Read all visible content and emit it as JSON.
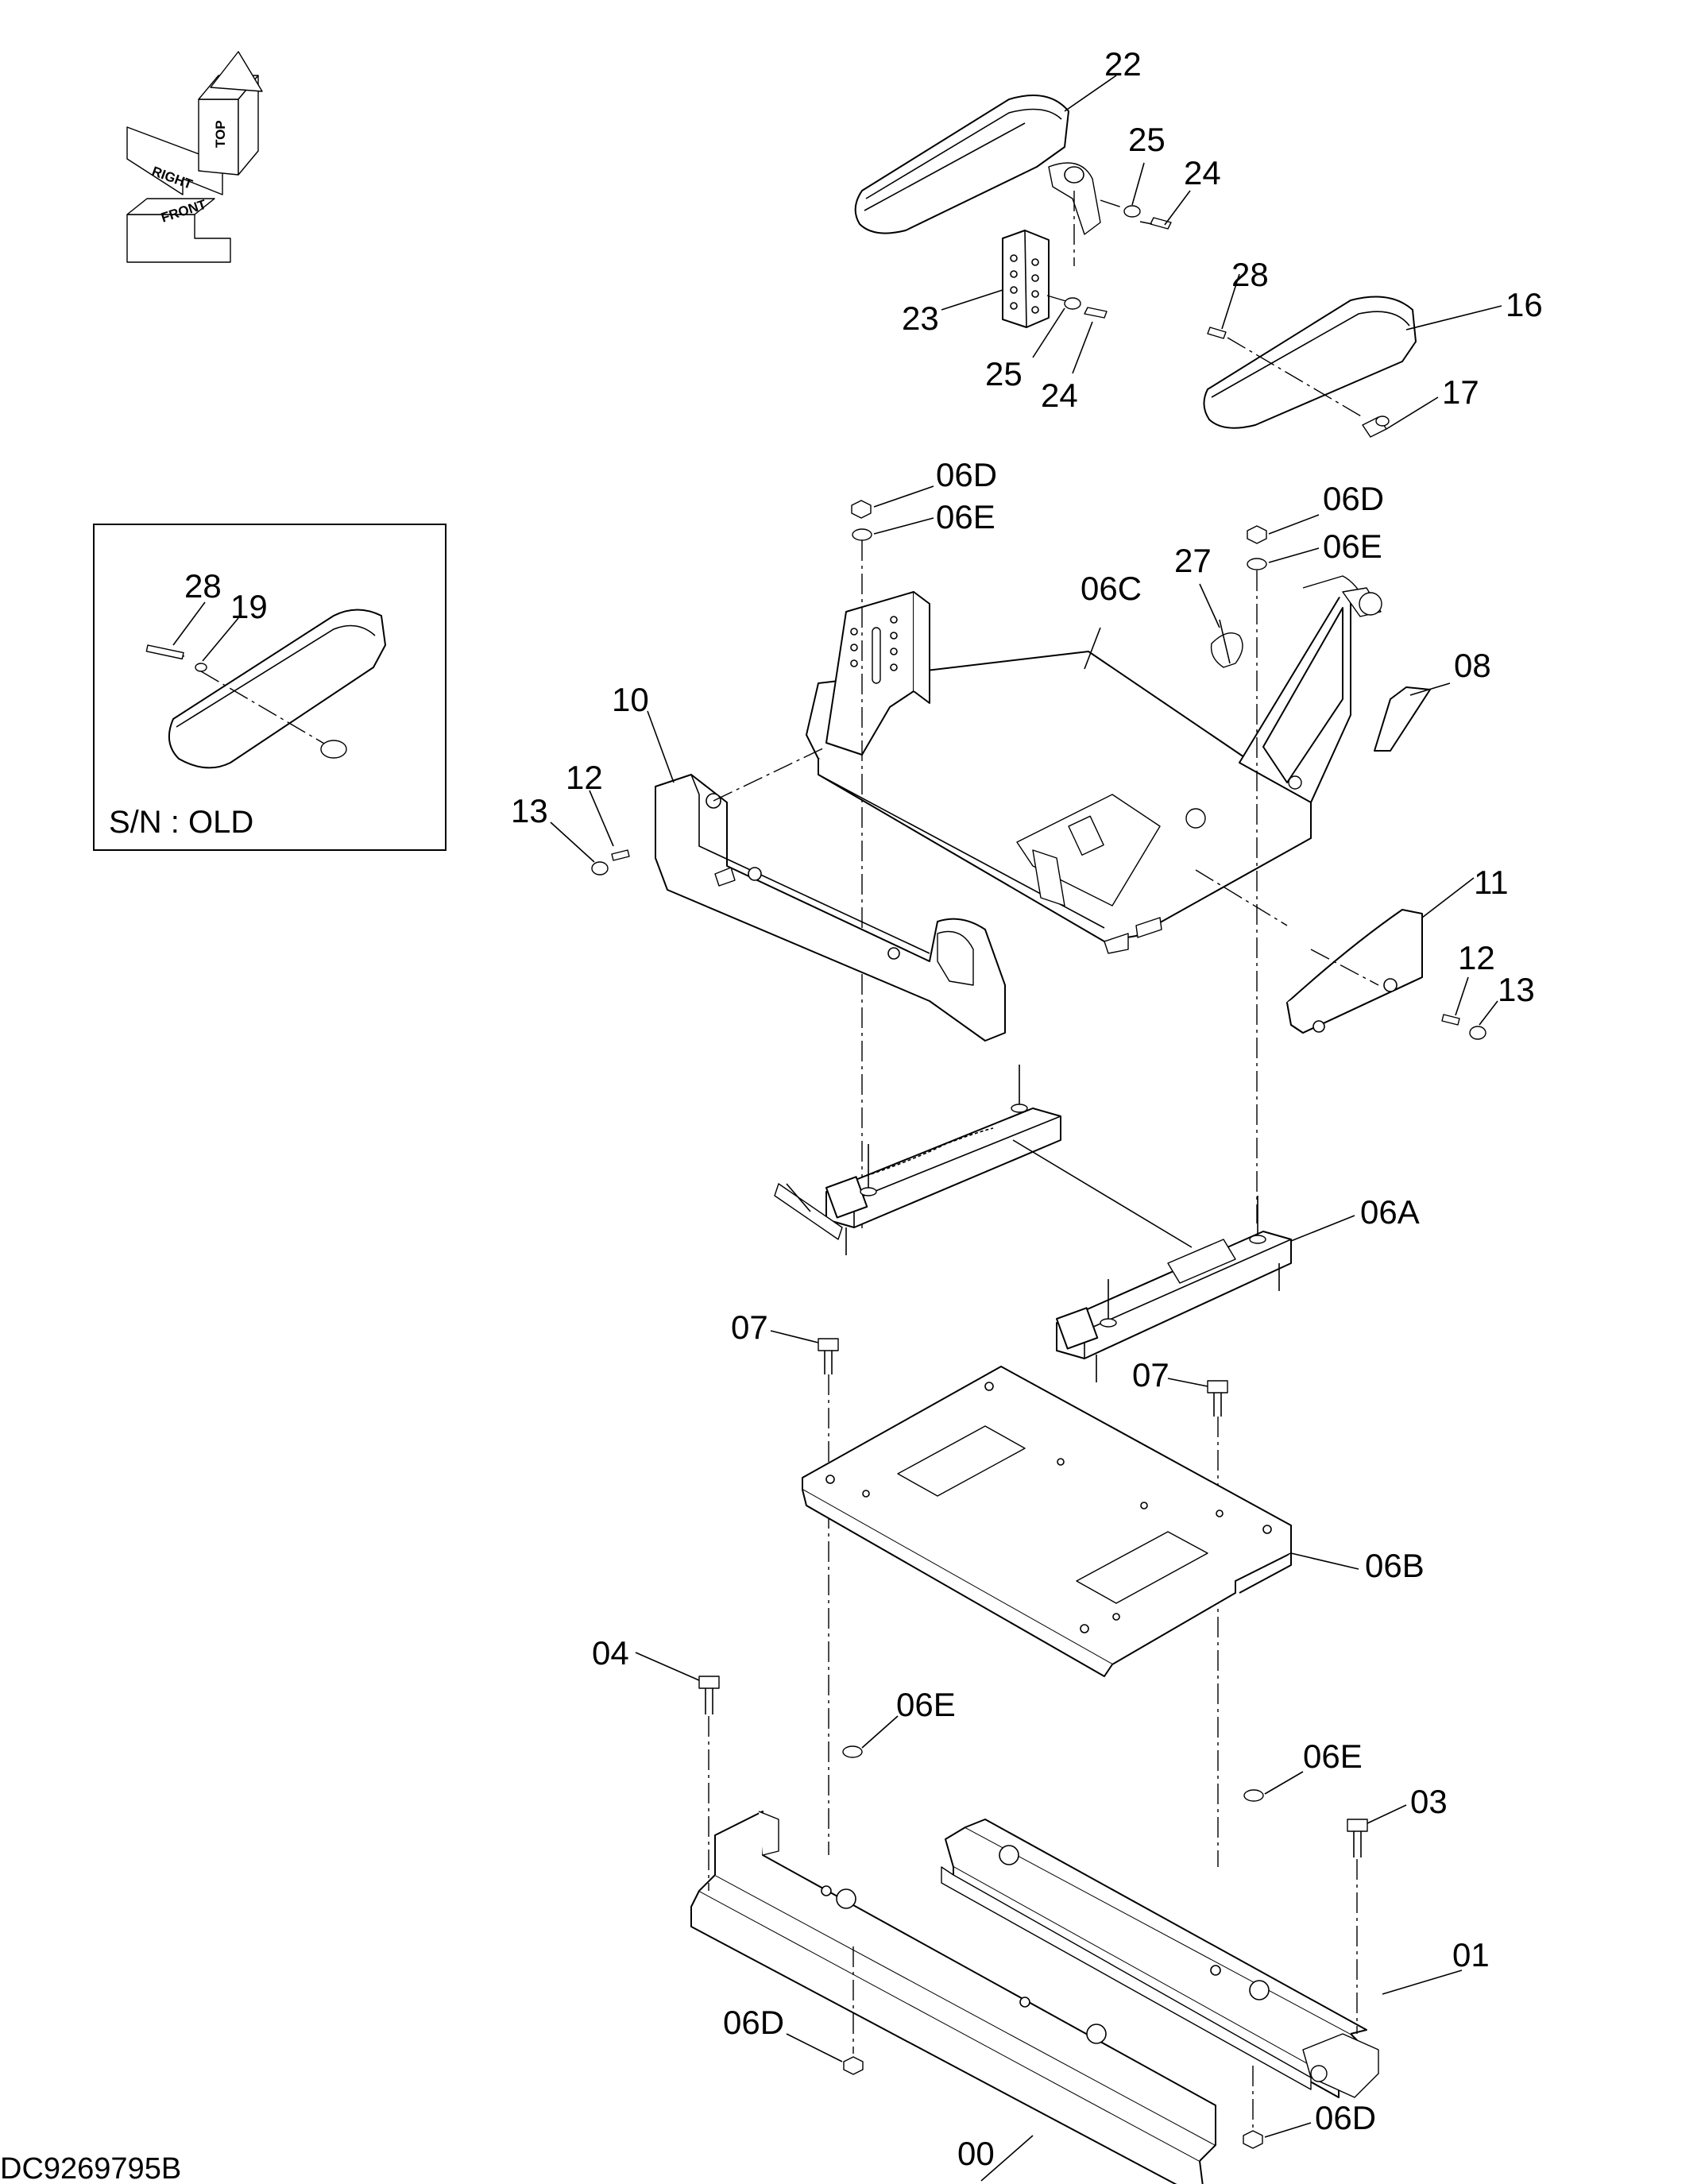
{
  "diagram": {
    "document_code": "DC9269795B",
    "orientation": {
      "top": "TOP",
      "right": "RIGHT",
      "front": "FRONT"
    },
    "inset": {
      "caption": "S/N : OLD",
      "labels": [
        "28",
        "19"
      ]
    },
    "callouts": {
      "p22": "22",
      "p25a": "25",
      "p24a": "24",
      "p23": "23",
      "p25b": "25",
      "p24b": "24",
      "p28": "28",
      "p16": "16",
      "p17": "17",
      "p06D_1": "06D",
      "p06E_1": "06E",
      "p06D_2": "06D",
      "p06E_2": "06E",
      "p06C": "06C",
      "p27": "27",
      "p08": "08",
      "p10": "10",
      "p12a": "12",
      "p13a": "13",
      "p11": "11",
      "p12b": "12",
      "p13b": "13",
      "p06A": "06A",
      "p07a": "07",
      "p07b": "07",
      "p06B": "06B",
      "p04": "04",
      "p06E_3": "06E",
      "p06E_4": "06E",
      "p03": "03",
      "p01": "01",
      "p06D_3": "06D",
      "p00": "00",
      "p06D_4": "06D"
    }
  }
}
